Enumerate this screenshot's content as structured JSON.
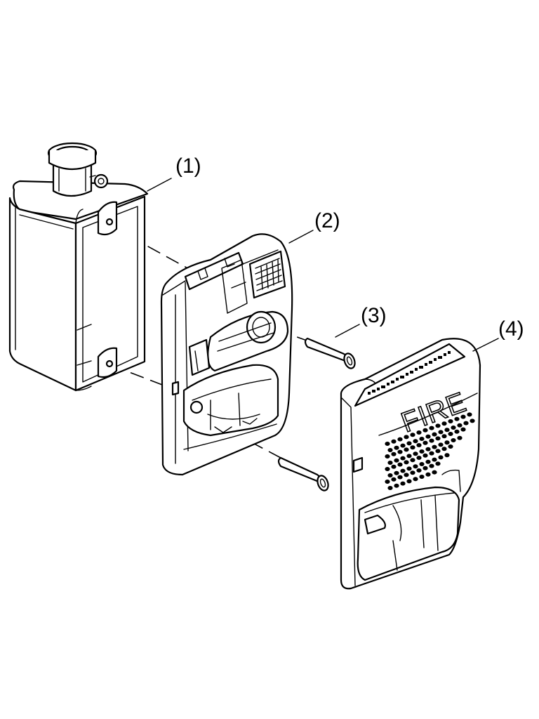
{
  "callouts": [
    {
      "id": "1",
      "label": "(1)"
    },
    {
      "id": "2",
      "label": "(2)"
    },
    {
      "id": "3",
      "label": "(3)"
    },
    {
      "id": "4",
      "label": "(4)"
    }
  ],
  "cover": {
    "word": "FIRE"
  },
  "colors": {
    "line": "#000000",
    "background": "#ffffff"
  }
}
